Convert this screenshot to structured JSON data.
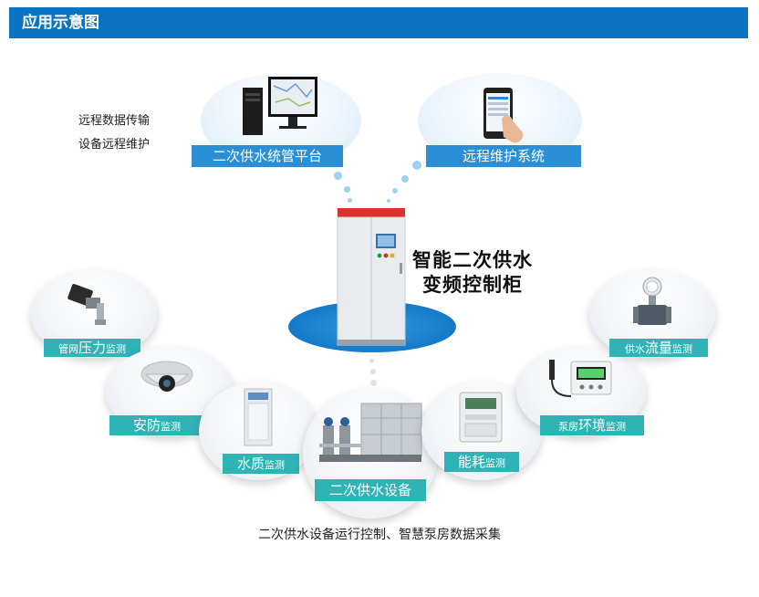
{
  "header": {
    "title": "应用示意图"
  },
  "notes": {
    "line1": "远程数据传输",
    "line2": "设备远程维护"
  },
  "center": {
    "title_line1": "智能二次供水",
    "title_line2": "变频控制柜"
  },
  "platforms": {
    "management": "二次供水统管平台",
    "maintenance": "远程维护系统"
  },
  "monitors": {
    "pipe_pressure": {
      "prefix": "管网",
      "main": "压力",
      "suffix": "监测"
    },
    "security": {
      "main": "安防",
      "suffix": "监测"
    },
    "water_quality": {
      "main": "水质",
      "suffix": "监测"
    },
    "equipment": {
      "main": "二次供水设备"
    },
    "energy": {
      "main": "能耗",
      "suffix": "监测"
    },
    "environment": {
      "prefix": "泵房",
      "main": "环境",
      "suffix": "监测"
    },
    "flow": {
      "prefix": "供水",
      "main": "流量",
      "suffix": "监测"
    }
  },
  "caption": "二次供水设备运行控制、智慧泵房数据采集",
  "colors": {
    "header": "#0b73c2",
    "label_blue": "#2a8fd6",
    "label_teal": "#2fb3b5",
    "ellipse": "#1479c8"
  }
}
